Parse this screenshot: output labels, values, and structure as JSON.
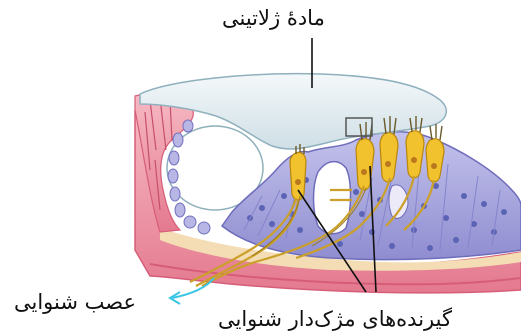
{
  "labels": {
    "gelatinous_material": "مادۀ ژلاتینی",
    "auditory_nerve": "عصب شنوایی",
    "auditory_hair_cells": "گیرنده‌های مژک‌دار شنوایی"
  },
  "colors": {
    "background": "#ffffff",
    "tectorial_membrane": "#dfe9ee",
    "membrane_outline": "#8fb0bd",
    "tissue_pink": "#ef9fae",
    "tissue_dark_pink": "#d65d78",
    "basilar_cream": "#f4ddb4",
    "support_cells": "#a9a8dd",
    "cell_nucleus": "#5a63b4",
    "hair_cells": "#f2c12e",
    "nerve_fibers": "#caa02a",
    "pointer_line": "#111111",
    "nerve_arrow": "#3cc6e6"
  }
}
